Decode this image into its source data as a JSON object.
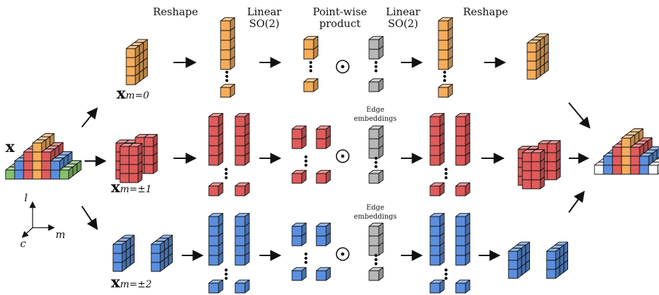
{
  "headers": {
    "reshape_left": "Reshape",
    "linear_left": [
      "Linear",
      "SO(2)"
    ],
    "pointwise": [
      "Point-wise",
      "product"
    ],
    "linear_right": [
      "Linear",
      "SO(2)"
    ],
    "reshape_right": "Reshape"
  },
  "edge_label": [
    "Edge",
    "embeddings"
  ],
  "input_label": "x",
  "rows": [
    {
      "label": "x",
      "subscript": "m=0"
    },
    {
      "label": "x",
      "subscript": "m=±1"
    },
    {
      "label": "x",
      "subscript": "m=±2"
    }
  ],
  "axes": {
    "l": "l",
    "m": "m",
    "c": "c"
  },
  "operator_symbol": "⊙",
  "colors": {
    "orange": "#f5ad5c",
    "red": "#e05b5b",
    "blue": "#5b8fde",
    "green": "#86c26a",
    "gray": "#b7b7b7",
    "white": "#ffffff"
  }
}
